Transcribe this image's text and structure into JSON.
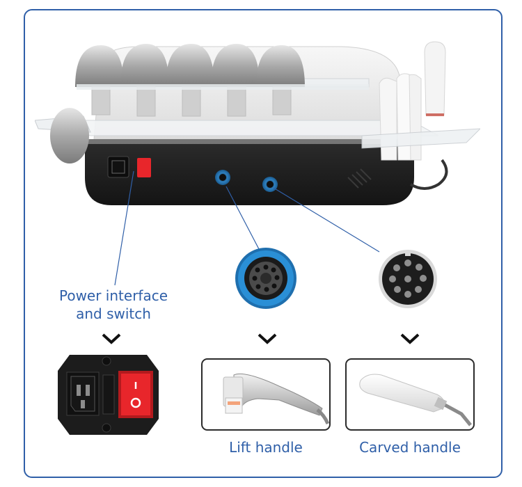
{
  "labels": {
    "power": "Power interface\nand switch",
    "lift": "Lift handle",
    "carved": "Carved handle"
  },
  "colors": {
    "accent": "#2f5fa8",
    "switch_red": "#e8262b",
    "device_black": "#222222",
    "port_blue": "#2a8fd6"
  },
  "icons": {
    "chevron": "chevron-down-icon"
  }
}
